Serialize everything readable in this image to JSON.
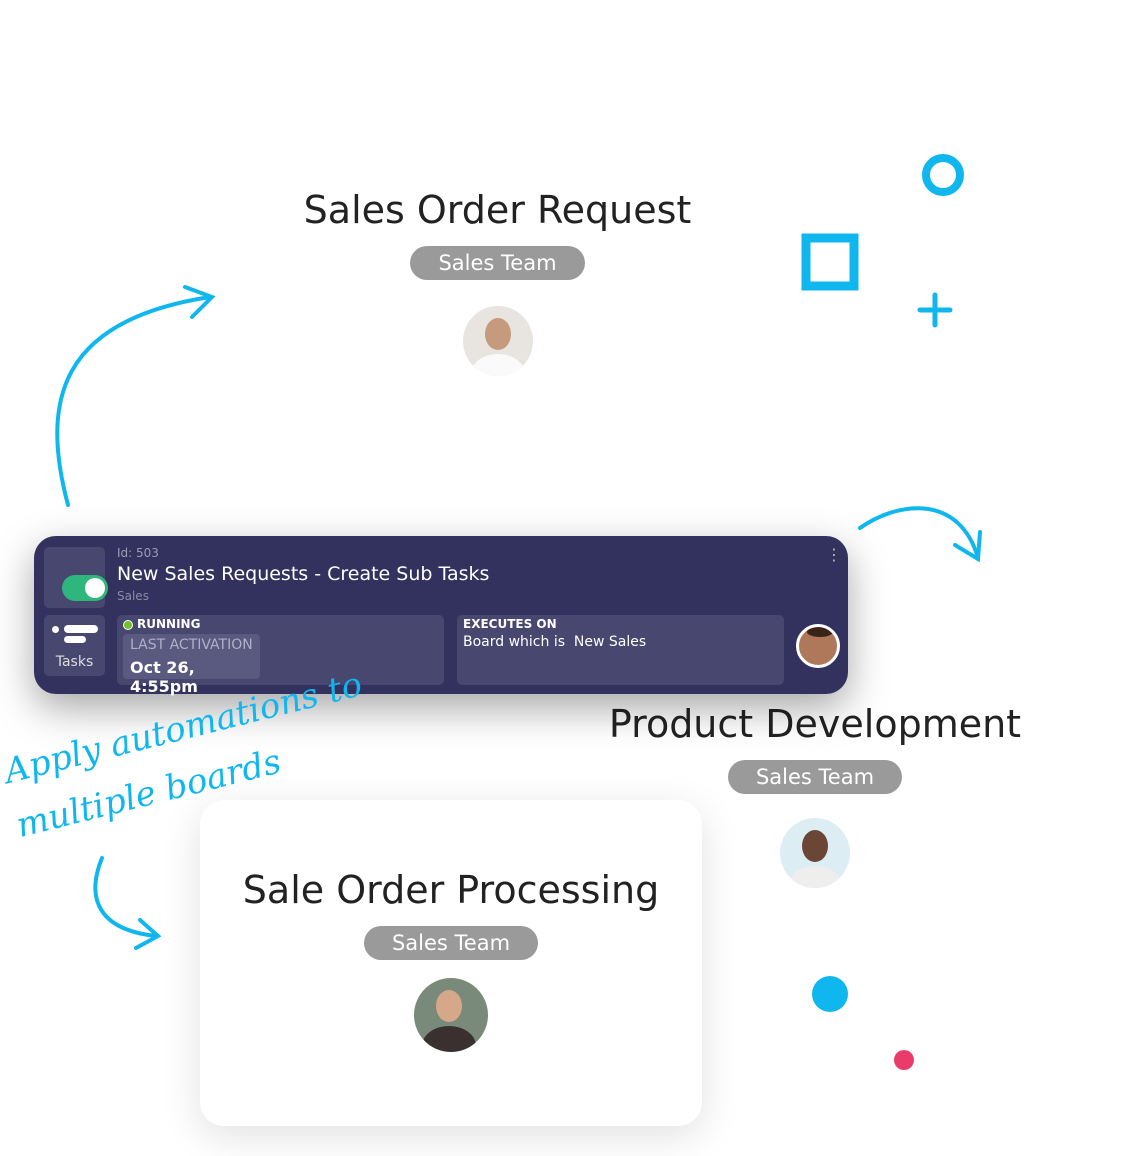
{
  "boards": [
    {
      "title": "Sales Order Request",
      "team": "Sales Team"
    },
    {
      "title": "Product Development",
      "team": "Sales Team"
    },
    {
      "title": "Sale Order Processing",
      "team": "Sales Team"
    }
  ],
  "automation": {
    "id": "Id: 503",
    "title": "New Sales Requests - Create Sub Tasks",
    "subtitle": "Sales",
    "enabled": true,
    "tasks_label": "Tasks",
    "status": "RUNNING",
    "last_activation_label": "LAST ACTIVATION",
    "last_activation": "Oct 26, 4:55pm",
    "executes_on_label": "EXECUTES ON",
    "executes_on": "Board which is  New Sales"
  },
  "annotation": {
    "line1": "Apply automations to",
    "line2": "multiple boards"
  },
  "colors": {
    "accent": "#10b7ee",
    "card": "#33325e",
    "tile": "#48476f",
    "toggle": "#2eb67d",
    "pink": "#ea3c6a"
  }
}
